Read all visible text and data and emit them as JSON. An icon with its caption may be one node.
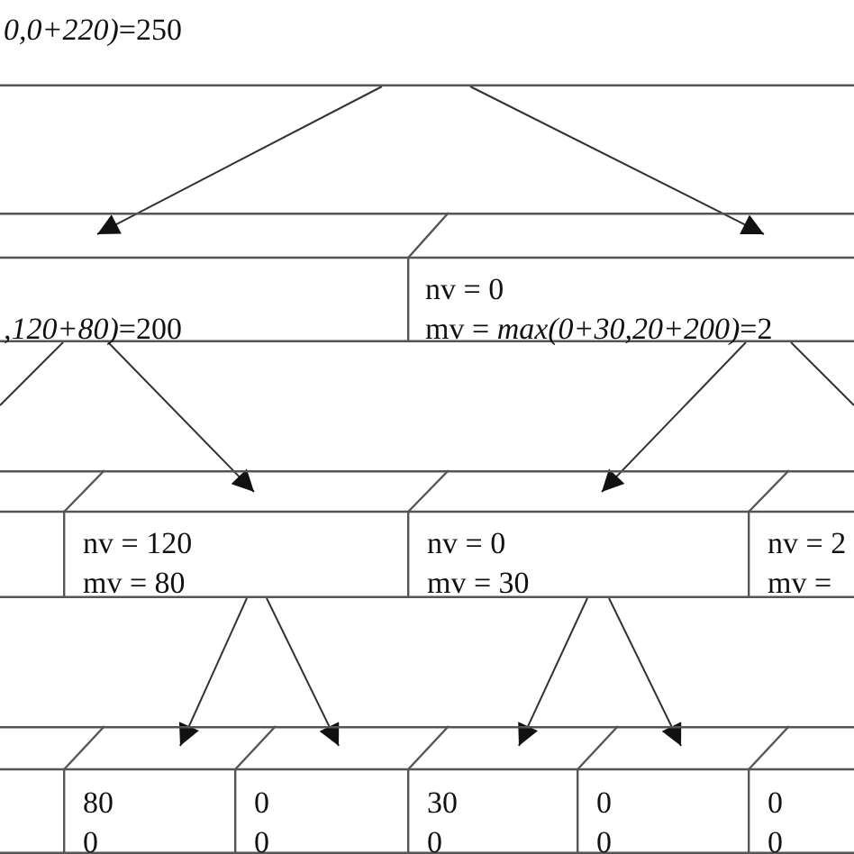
{
  "diagram": {
    "nodes": [
      {
        "text": [
          "*0,0+220)*=250"
        ]
      },
      {
        "text": [
          "*,120+80)*=200"
        ]
      },
      {
        "text": [
          "nv = 0",
          "mv = *max(0+30,20+200)*=2"
        ]
      },
      {
        "text": [],
        "shape": "box"
      },
      {
        "text": [
          "nv = 120",
          "mv = 80"
        ]
      },
      {
        "text": [
          "nv = 0",
          "mv = 30"
        ]
      },
      {
        "text": [
          "nv = 2",
          "mv ="
        ]
      },
      {
        "text": [],
        "shape": "box"
      },
      {
        "text": [
          "80",
          "0"
        ]
      },
      {
        "text": [
          "0",
          "0"
        ]
      },
      {
        "text": [
          "30",
          "0"
        ]
      },
      {
        "text": [
          "0",
          "0"
        ]
      },
      {
        "text": [
          "0",
          "0"
        ]
      }
    ],
    "edges": [
      {
        "from": 0,
        "to": 1,
        "arrow": "to"
      },
      {
        "from": 0,
        "to": 2,
        "arrow": "to"
      },
      {
        "from": 1,
        "to": null,
        "arrow": "none"
      },
      {
        "from": 1,
        "to": 4,
        "arrow": "to"
      },
      {
        "from": 2,
        "to": 5,
        "arrow": "to"
      },
      {
        "from": 2,
        "to": null,
        "arrow": "none"
      },
      {
        "from": 4,
        "to": 8,
        "arrow": "to"
      },
      {
        "from": 4,
        "to": 9,
        "arrow": "to"
      },
      {
        "from": 5,
        "to": 10,
        "arrow": "to"
      },
      {
        "from": 5,
        "to": 11,
        "arrow": "to"
      }
    ]
  }
}
